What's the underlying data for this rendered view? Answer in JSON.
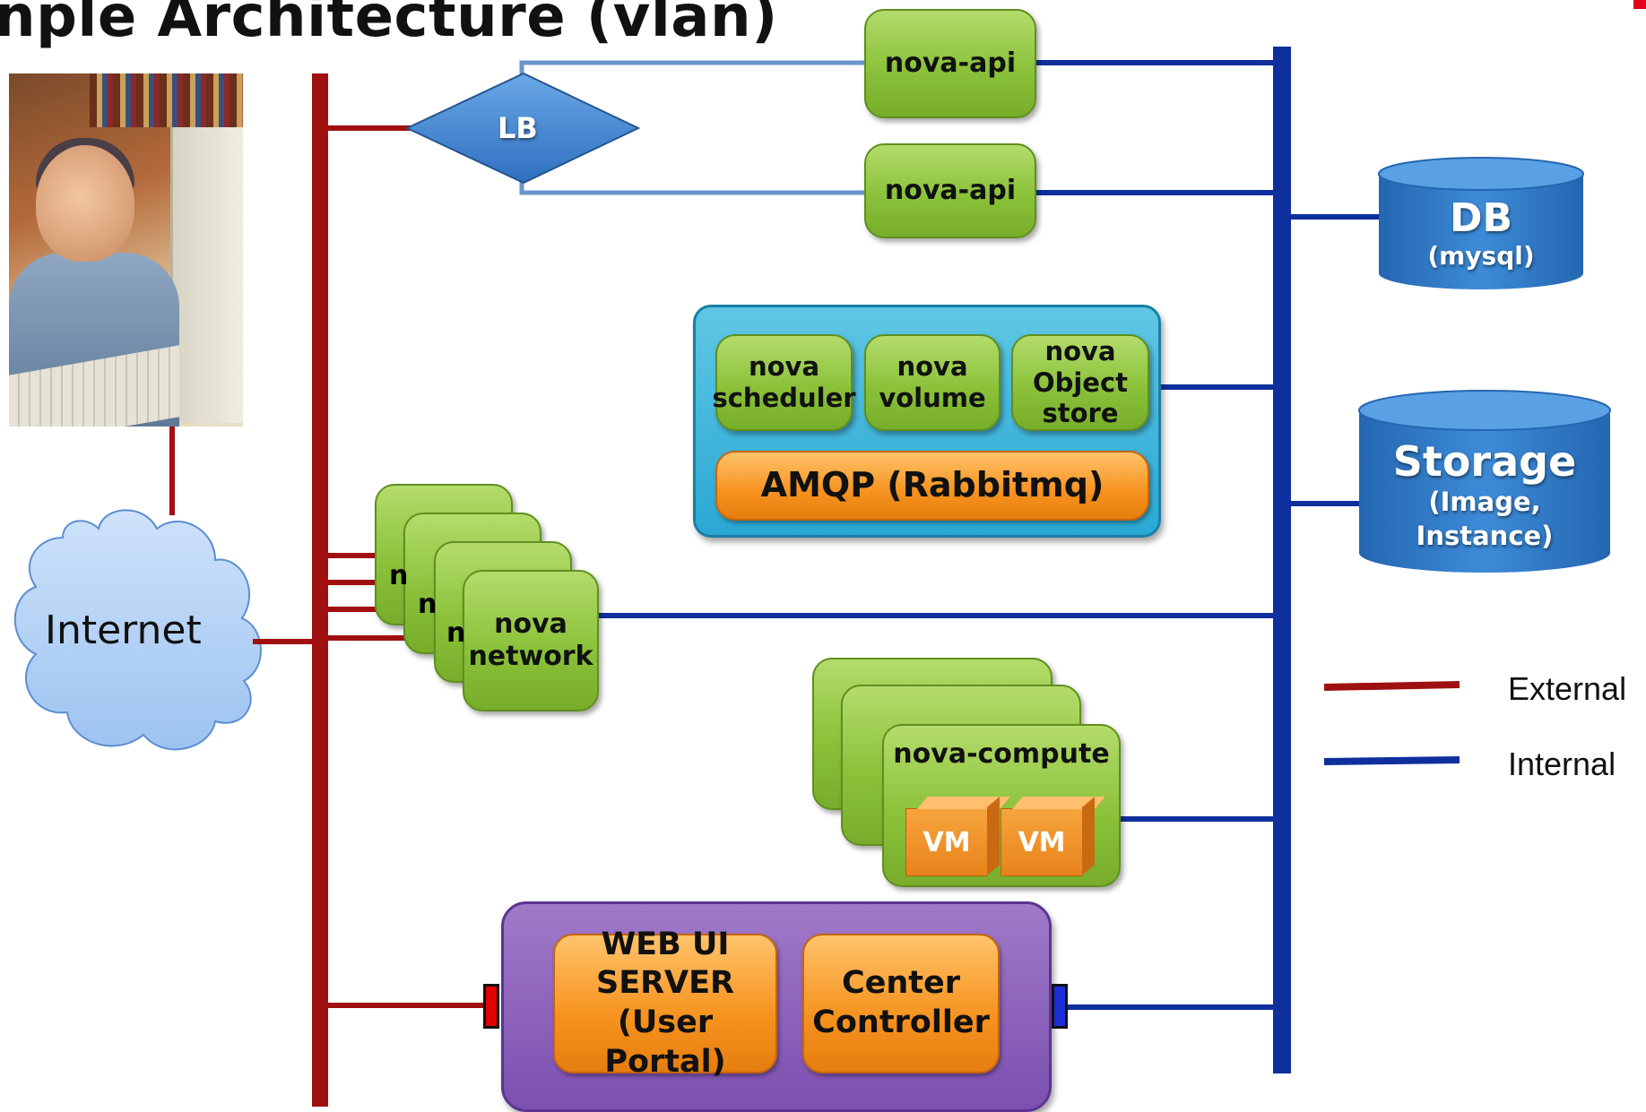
{
  "title": "nple Architecture (vlan)",
  "colors": {
    "external": "#a01010",
    "internal": "#0f2f9e",
    "component_green": "#8bc23a",
    "queue_orange": "#f6921e",
    "amqp_cyan": "#2aa8d3",
    "portal_purple": "#7c4fb0",
    "storage_blue": "#2e7cc9"
  },
  "cloud": {
    "label": "Internet",
    "icon": "cloud-icon"
  },
  "photo": {
    "icon": "user-photo"
  },
  "load_balancer": {
    "label": "LB"
  },
  "api_servers": [
    {
      "label": "nova-api"
    },
    {
      "label": "nova-api"
    }
  ],
  "amqp_group": {
    "services": [
      {
        "label": "nova scheduler"
      },
      {
        "label": "nova volume"
      },
      {
        "label": "nova Object store"
      }
    ],
    "queue": {
      "label": "AMQP (Rabbitmq)"
    }
  },
  "databases": {
    "db": {
      "title": "DB",
      "subtitle": "(mysql)"
    },
    "storage": {
      "title": "Storage",
      "subtitle": "(Image, Instance)"
    }
  },
  "network_nodes": {
    "label": "nova network",
    "stacked_letter": "n"
  },
  "compute": {
    "label": "nova-compute",
    "vms": [
      "VM",
      "VM"
    ]
  },
  "portal": {
    "web_ui": "WEB UI SERVER (User Portal)",
    "controller": "Center Controller"
  },
  "legend": {
    "external": "External",
    "internal": "Internal"
  }
}
